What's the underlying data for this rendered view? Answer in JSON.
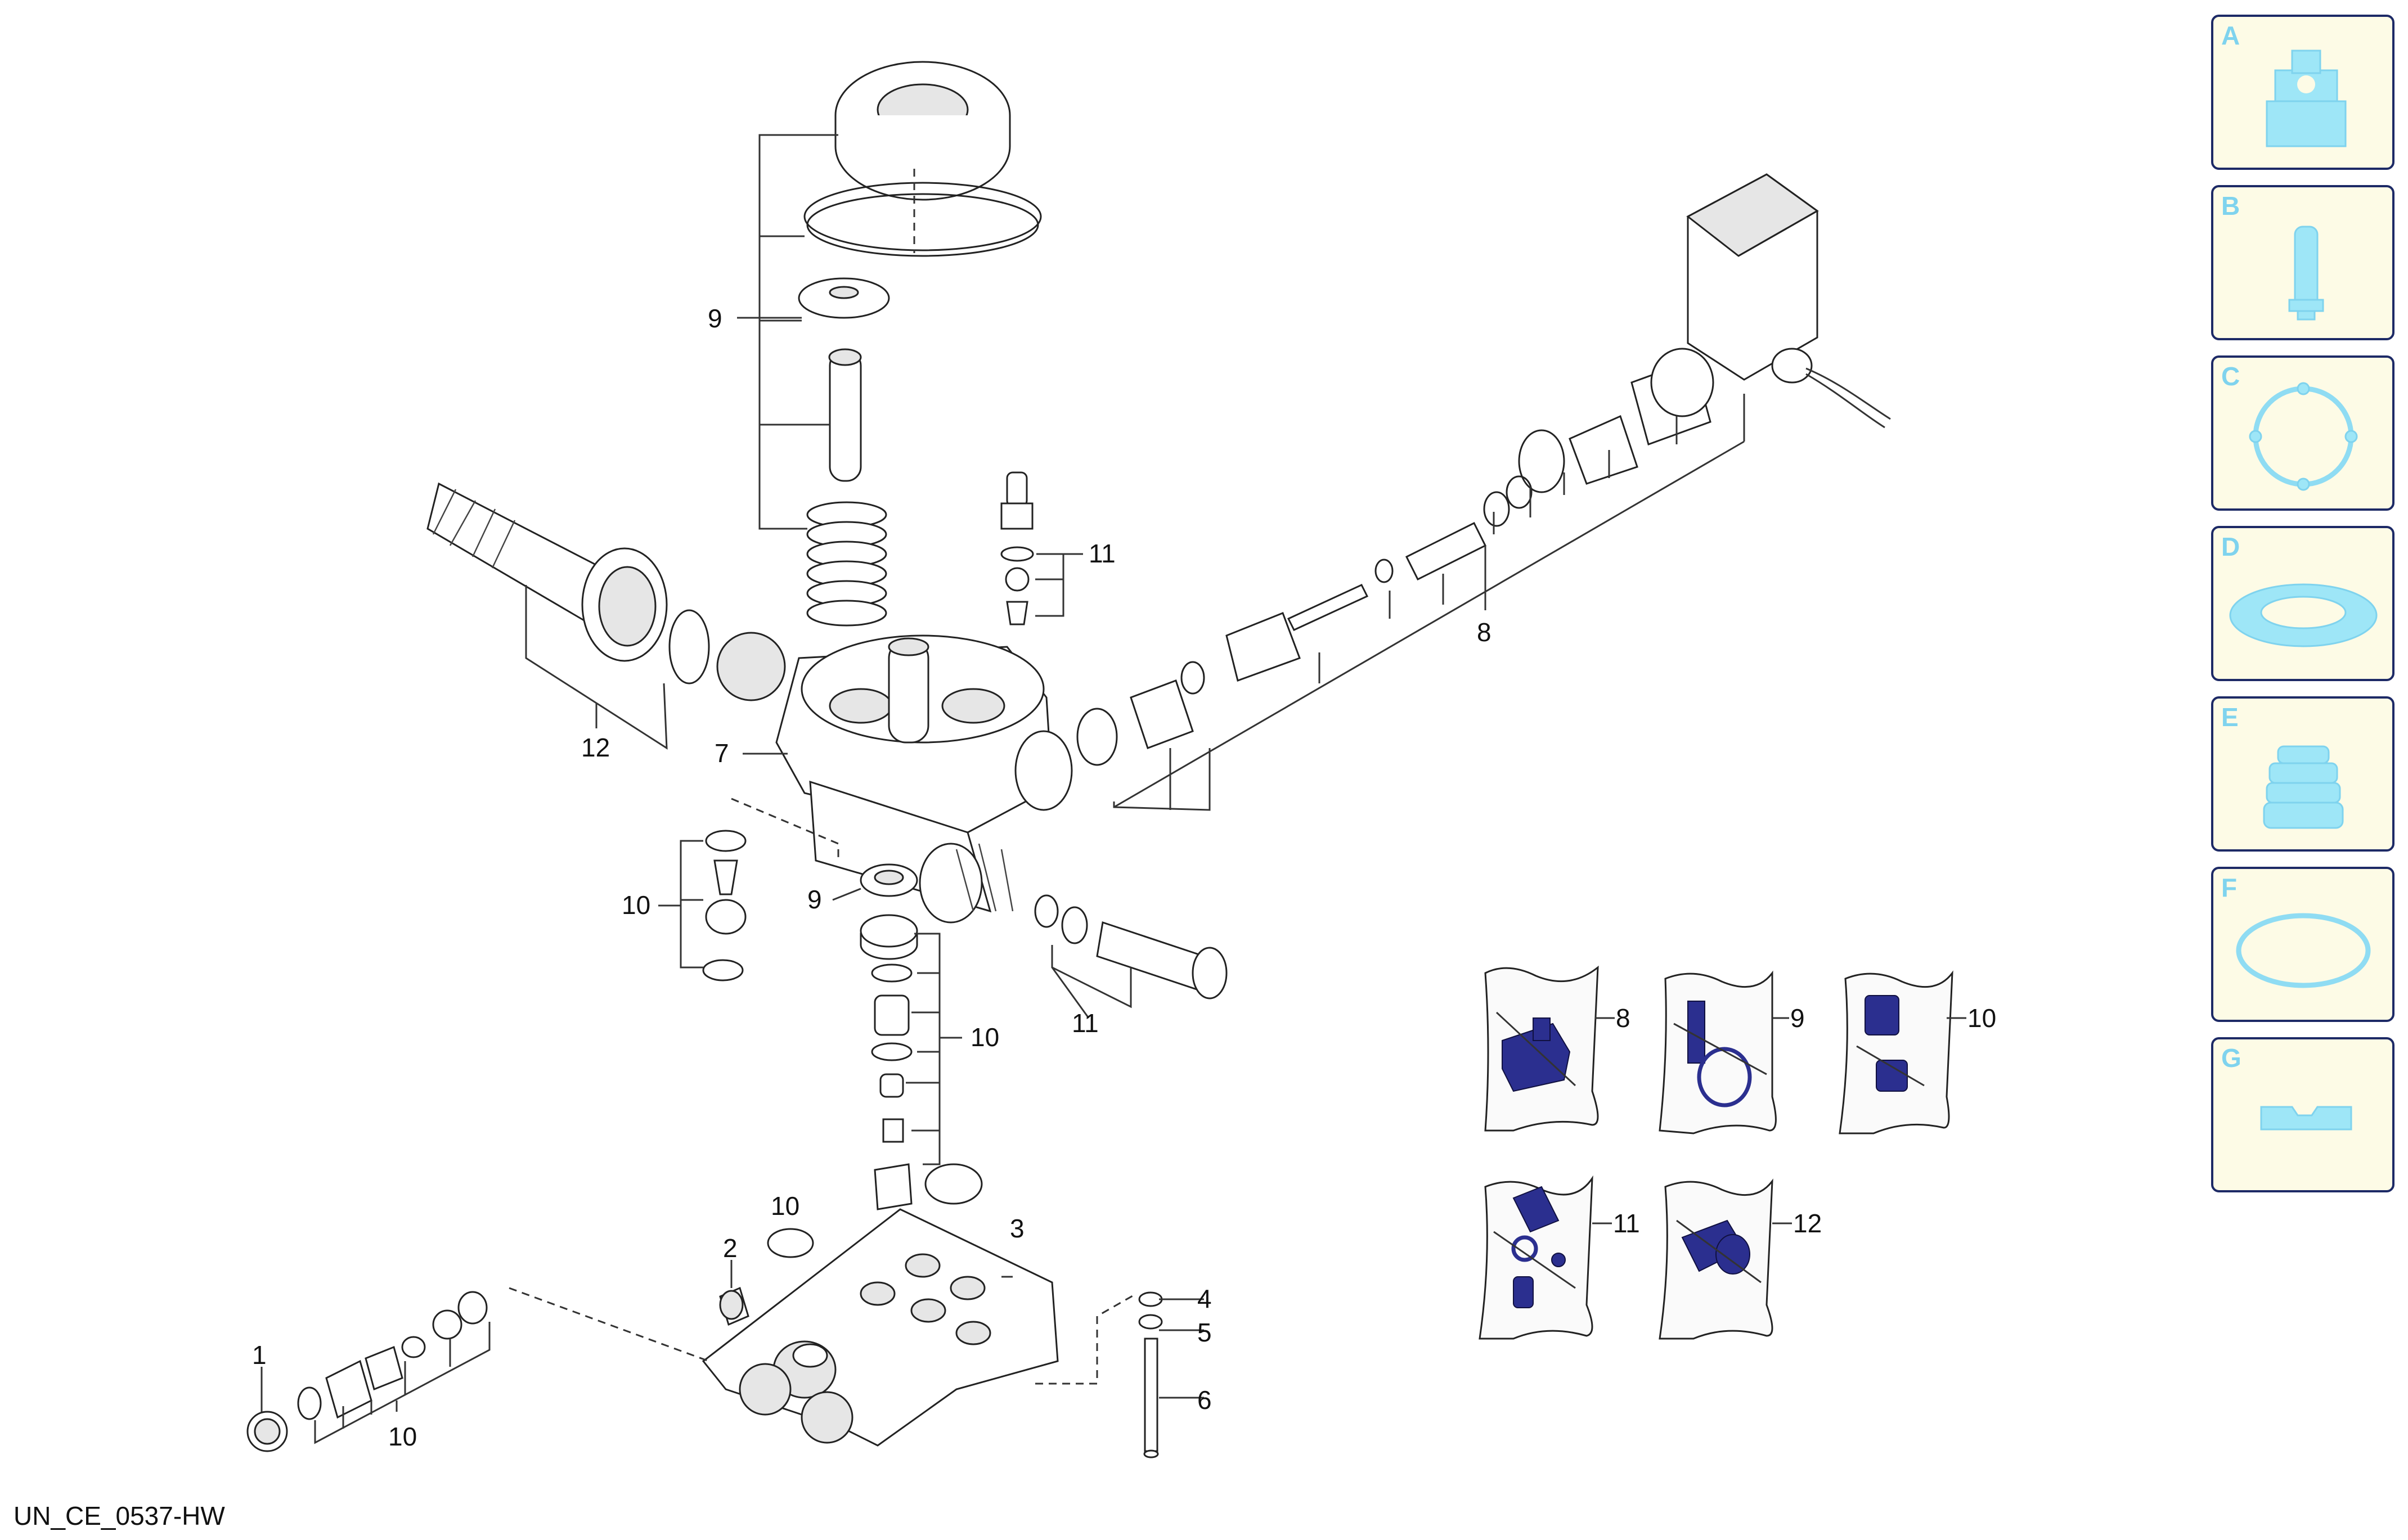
{
  "diagram": {
    "callouts": {
      "c1": "1",
      "c2": "2",
      "c3": "3",
      "c4": "4",
      "c5": "5",
      "c6": "6",
      "c7": "7",
      "c8": "8",
      "c9_top": "9",
      "c9_mid": "9",
      "c10_left": "10",
      "c10_stack": "10",
      "c10_oring": "10",
      "c10_bottom": "10",
      "c11_top": "11",
      "c11_right": "11",
      "c12": "12"
    },
    "kits": [
      {
        "label": "8",
        "icon": "piston-kit-icon"
      },
      {
        "label": "9",
        "icon": "seal-kit-icon"
      },
      {
        "label": "10",
        "icon": "valve-kit-icon"
      },
      {
        "label": "11",
        "icon": "check-valve-kit-icon"
      },
      {
        "label": "12",
        "icon": "inlet-kit-icon"
      }
    ],
    "footer_code": "UN_CE_0537-HW"
  },
  "side_tabs": [
    {
      "letter": "A",
      "icon": "valve-housing-icon"
    },
    {
      "letter": "B",
      "icon": "plunger-icon"
    },
    {
      "letter": "C",
      "icon": "o-ring-clip-icon"
    },
    {
      "letter": "D",
      "icon": "flat-seal-icon"
    },
    {
      "letter": "E",
      "icon": "spring-stack-icon"
    },
    {
      "letter": "F",
      "icon": "o-ring-icon"
    },
    {
      "letter": "G",
      "icon": "gasket-icon"
    }
  ],
  "colors": {
    "tab_border": "#1d2a66",
    "tab_background": "#fdfbe6",
    "tab_icon": "#9ee6f7",
    "kit_part": "#2b2f8f"
  }
}
